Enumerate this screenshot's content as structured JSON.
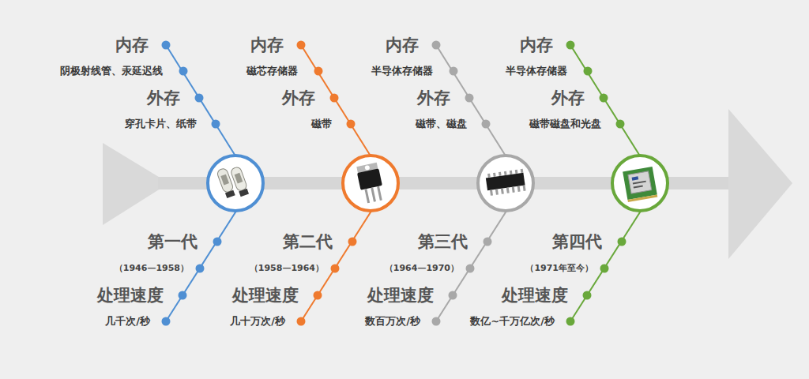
{
  "diagram": {
    "labels": [
      "内存",
      "阴极射线管、汞延迟线",
      "外存",
      "穿孔卡片、纸带",
      "第一代",
      "（1946—1958）",
      "处理速度",
      "几千次/秒",
      "内存",
      "磁芯存储器",
      "外存",
      "磁带",
      "第二代",
      "（1958—1964）",
      "处理速度",
      "几十万次/秒",
      "内存",
      "半导体存储器",
      "外存",
      "磁带、磁盘",
      "第三代",
      "（1964—1970）",
      "处理速度",
      "数百万次/秒",
      "内存",
      "半导体存储器",
      "外存",
      "磁带磁盘和光盘",
      "第四代",
      "（1971年至今）",
      "处理速度",
      "数亿~千万亿次/秒"
    ]
  }
}
